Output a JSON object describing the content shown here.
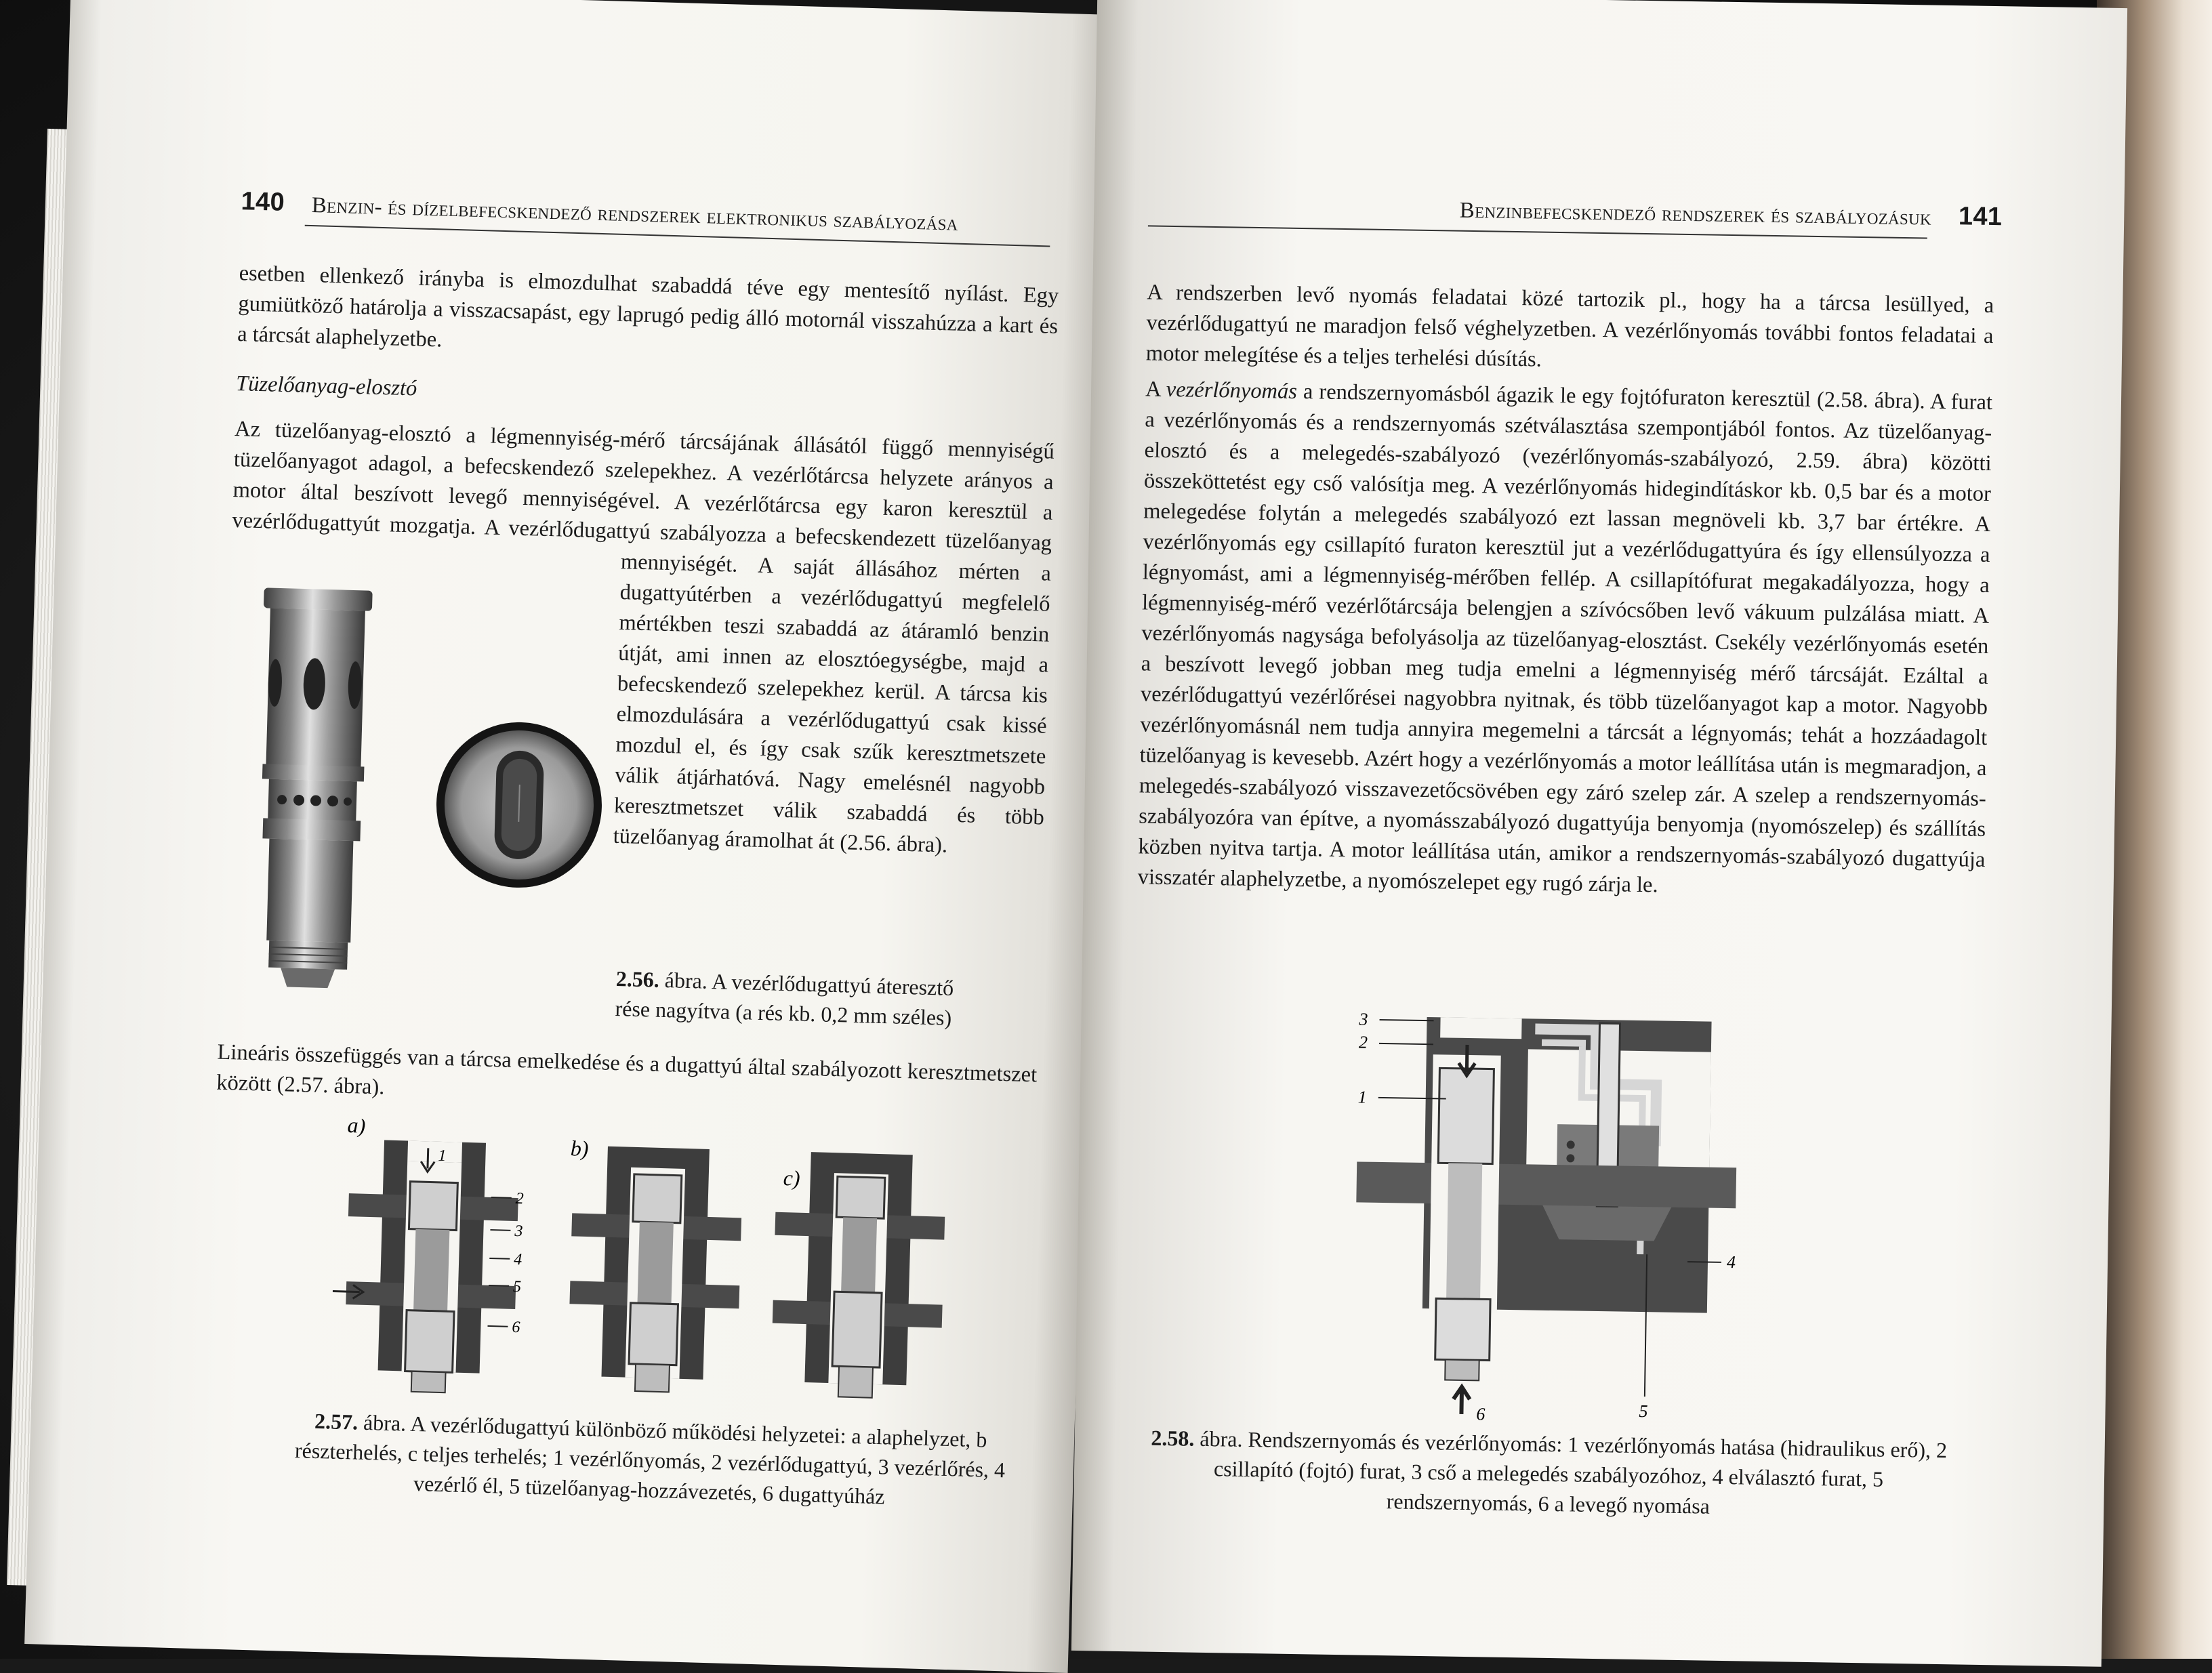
{
  "left_page": {
    "page_number": "140",
    "running_head": "Benzin- és dízelbefecskendező rendszerek elektronikus szabályozása",
    "para_intro": "esetben ellenkező irányba is elmozdulhat szabaddá téve egy mentesítő nyílást. Egy gumiütköző határolja a visszacsapást, egy laprugó pedig álló motornál visszahúzza a kart és a tárcsát alaphelyzetbe.",
    "subheading": "Tüzelőanyag-elosztó",
    "para_distributor": "Az tüzelőanyag-elosztó a légmennyiség-mérő tárcsájának állásától függő mennyiségű tüzelőanyagot adagol, a befecskendező szelepekhez. A vezérlőtárcsa helyzete arányos a motor által beszívott levegő mennyiségével. A vezérlőtárcsa egy karon keresztül a vezérlődugattyút mozgatja. A vezérlődugattyú szabályozza a befecskendezett tüzelőanyag mennyiségét. A saját állásához mérten a dugattyútérben a vezérlődugattyú megfelelő mértékben teszi szabaddá az átáramló benzin útját, ami innen az elosztóegységbe, majd a befecskendező szelepekhez kerül. A tárcsa kis elmozdulására a vezérlődugattyú csak kissé mozdul el, és így csak szűk keresztmetszete válik átjárhatóvá. Nagy emelésnél nagyobb keresztmetszet válik szabaddá és több tüzelőanyag áramolhat át (2.56. ábra).",
    "fig256_caption_num": "2.56.",
    "fig256_caption_text": "ábra. A vezérlődugattyú áteresztő rése nagyítva (a rés kb. 0,2 mm széles)",
    "para_linear": "Lineáris összefüggés van a tárcsa emelkedése és a dugattyú által szabályozott keresztmetszet között (2.57. ábra).",
    "fig257": {
      "label_a": "a)",
      "label_b": "b)",
      "label_c": "c)",
      "callouts": [
        "1",
        "2",
        "3",
        "4",
        "5",
        "6"
      ]
    },
    "fig257_caption_num": "2.57.",
    "fig257_caption_text": "ábra. A vezérlődugattyú különböző működési helyzetei: a alaphelyzet, b részterhelés, c teljes terhelés; 1 vezérlőnyomás, 2 vezérlődugattyú, 3 vezérlőrés, 4 vezérlő él, 5 tüzelőanyag-hozzávezetés, 6 dugattyúház"
  },
  "right_page": {
    "page_number": "141",
    "running_head": "Benzinbefecskendező rendszerek és szabályozásuk",
    "para_1": "A rendszerben levő nyomás feladatai közé tartozik pl., hogy ha a tárcsa lesüllyed, a vezérlődugattyú ne maradjon felső véghelyzetben. A vezérlőnyomás további fontos feladatai a motor melegítése és a teljes terhelési dúsítás.",
    "para_2_prefix": "A ",
    "para_2_term": "vezérlőnyomás",
    "para_2_body": " a rendszernyomásból ágazik le egy fojtófuraton keresztül (2.58. ábra). A furat a vezérlőnyomás és a rendszernyomás szétválasztása szempontjából fontos. Az tüzelőanyag-elosztó és a melegedés-szabályozó (vezérlőnyomás-szabályozó, 2.59. ábra) közötti összeköttetést egy cső valósítja meg. A vezérlőnyomás hidegindításkor kb. 0,5 bar és a motor melegedése folytán a melegedés szabályozó ezt lassan megnöveli kb. 3,7 bar értékre. A vezérlőnyomás egy csillapító furaton keresztül jut a vezérlődugattyúra és így ellensúlyozza a légnyomást, ami a légmennyiség-mérőben fellép. A csillapítófurat megakadályozza, hogy a légmennyiség-mérő vezérlőtárcsája belengjen a szívócsőben levő vákuum pulzálása miatt. A vezérlőnyomás nagysága befolyásolja az tüzelőanyag-elosztást. Csekély vezérlőnyomás esetén a beszívott levegő jobban meg tudja emelni a légmennyiség mérő tárcsáját. Ezáltal a vezérlődugattyú vezérlőrései nagyobbra nyitnak, és több tüzelőanyagot kap a motor. Nagyobb vezérlőnyomásnál nem tudja annyira megemelni a tárcsát a légnyomás; tehát a hozzáadagolt tüzelőanyag is kevesebb. Azért hogy a vezérlőnyomás a motor leállítása után is megmaradjon, a melegedés-szabályozó visszavezetőcsövében egy záró szelep zár. A szelep a rendszernyomás-szabályozóra van építve, a nyomásszabályozó dugattyúja benyomja (nyomószelep) és szállítás közben nyitva tartja. A motor leállítása után, amikor a rendszernyomás-szabályozó dugattyúja visszatér alaphelyzetbe, a nyomószelepet egy rugó zárja le.",
    "fig258": {
      "callouts": [
        "3",
        "2",
        "1",
        "4",
        "5",
        "6"
      ]
    },
    "fig258_caption_num": "2.58.",
    "fig258_caption_text": "ábra. Rendszernyomás és vezérlőnyomás: 1 vezérlőnyomás hatása (hidraulikus erő), 2 csillapító (fojtó) furat, 3 cső a melegedés szabályozóhoz, 4 elválasztó furat, 5 rendszernyomás, 6 a levegő nyomása"
  },
  "colors": {
    "paper": "#f6f5f1",
    "ink": "#1b1b1b",
    "metal_dark": "#4a4a4a",
    "metal_light": "#d6d6d6"
  }
}
